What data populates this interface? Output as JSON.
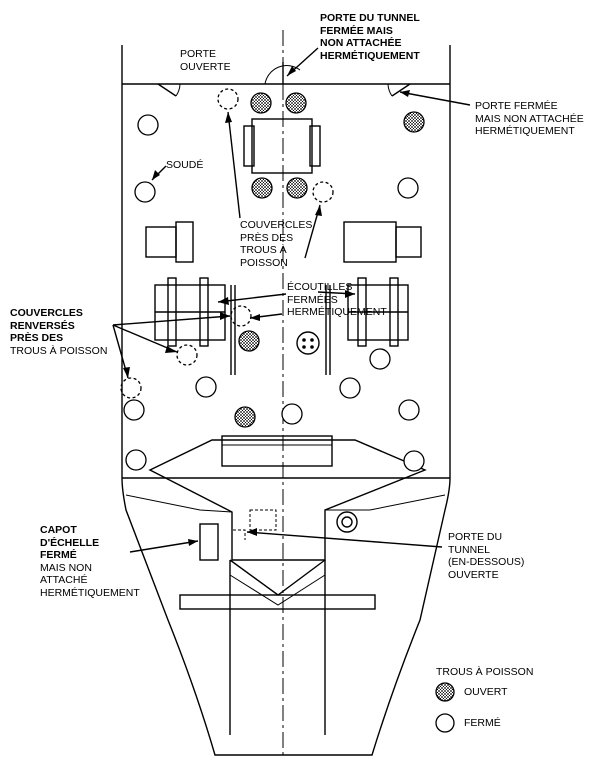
{
  "labels": {
    "porte_tunnel": [
      "PORTE DU TUNNEL",
      "FERMÉE MAIS",
      "NON ATTACHÉE",
      "HERMÉTIQUEMENT"
    ],
    "porte_ouverte": [
      "PORTE",
      "OUVERTE"
    ],
    "porte_fermee": [
      "PORTE FERMÉE",
      "MAIS NON ATTACHÉE",
      "HERMÉTIQUEMENT"
    ],
    "soude": "SOUDÉ",
    "couvercles_pres": [
      "COUVERCLES",
      "PRÈS DES",
      "TROUS À",
      "POISSON"
    ],
    "ecoutilles": [
      "ÉCOUTILLES",
      "FERMÉES",
      "HERMÉTIQUEMENT"
    ],
    "couvercles_renverses": [
      "COUVERCLES",
      "RENVERSÉS",
      "PRÈS DES",
      "TROUS À POISSON"
    ],
    "capot": [
      "CAPOT",
      "D'ÉCHELLE",
      "FERMÉ",
      "MAIS NON",
      "ATTACHÉ",
      "HERMÉTIQUEMENT"
    ],
    "porte_tunnel_dessous": [
      "PORTE DU",
      "TUNNEL",
      "(EN-DESSOUS)",
      "OUVERTE"
    ]
  },
  "legend": {
    "title": "TROUS À POISSON",
    "open_label": "OUVERT",
    "closed_label": "FERMÉ"
  },
  "colors": {
    "line": "#000000",
    "fill_open": "#777777",
    "background": "#ffffff"
  }
}
